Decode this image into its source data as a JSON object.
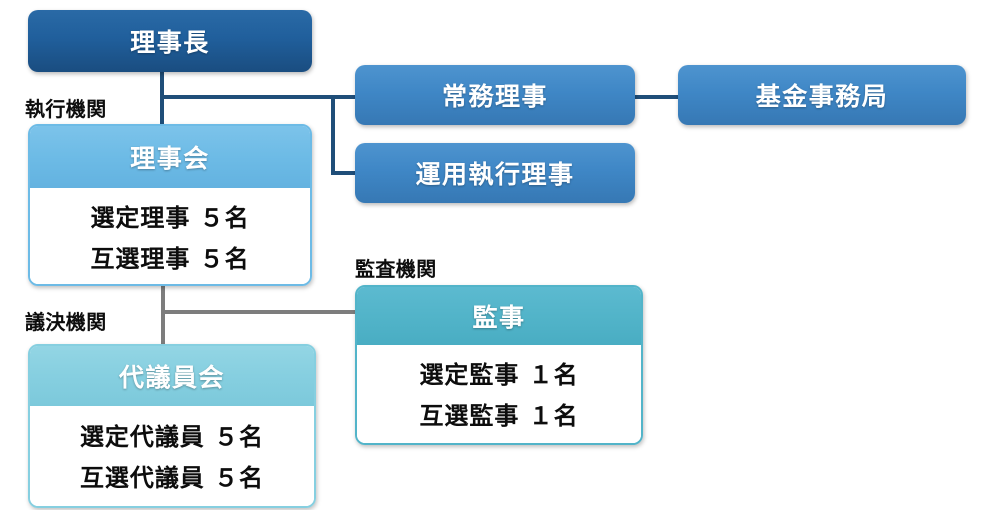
{
  "diagram": {
    "type": "organization-chart",
    "title_text": "",
    "colors": {
      "chairman_box": "#205f9c",
      "executive_box": "#3f87c6",
      "board_header": "#6dbbe6",
      "auditor_header": "#52b4c9",
      "delegates_header": "#86cfe0",
      "connector_upper": "#1f4e79",
      "connector_lower": "#7d7d7d",
      "body_background": "#ffffff",
      "text_on_color": "#ffffff",
      "text_on_white": "#0d0d0d"
    }
  },
  "group_labels": [
    {
      "id": "executive-organ",
      "text": "執行機関"
    },
    {
      "id": "audit-organ",
      "text": "監査機関"
    },
    {
      "id": "deliberative-organ",
      "text": "議決機関"
    }
  ],
  "nodes": {
    "chairman": {
      "label": "理事長"
    },
    "managing_director": {
      "label": "常務理事"
    },
    "fund_office": {
      "label": "基金事務局"
    },
    "investment_executive_director": {
      "label": "運用執行理事"
    },
    "board_of_directors": {
      "header": "理事会",
      "rows": [
        "選定理事 ５名",
        "互選理事 ５名"
      ]
    },
    "auditors": {
      "header": "監事",
      "rows": [
        "選定監事 １名",
        "互選監事 １名"
      ]
    },
    "delegates_assembly": {
      "header": "代議員会",
      "rows": [
        "選定代議員 ５名",
        "互選代議員 ５名"
      ]
    }
  }
}
